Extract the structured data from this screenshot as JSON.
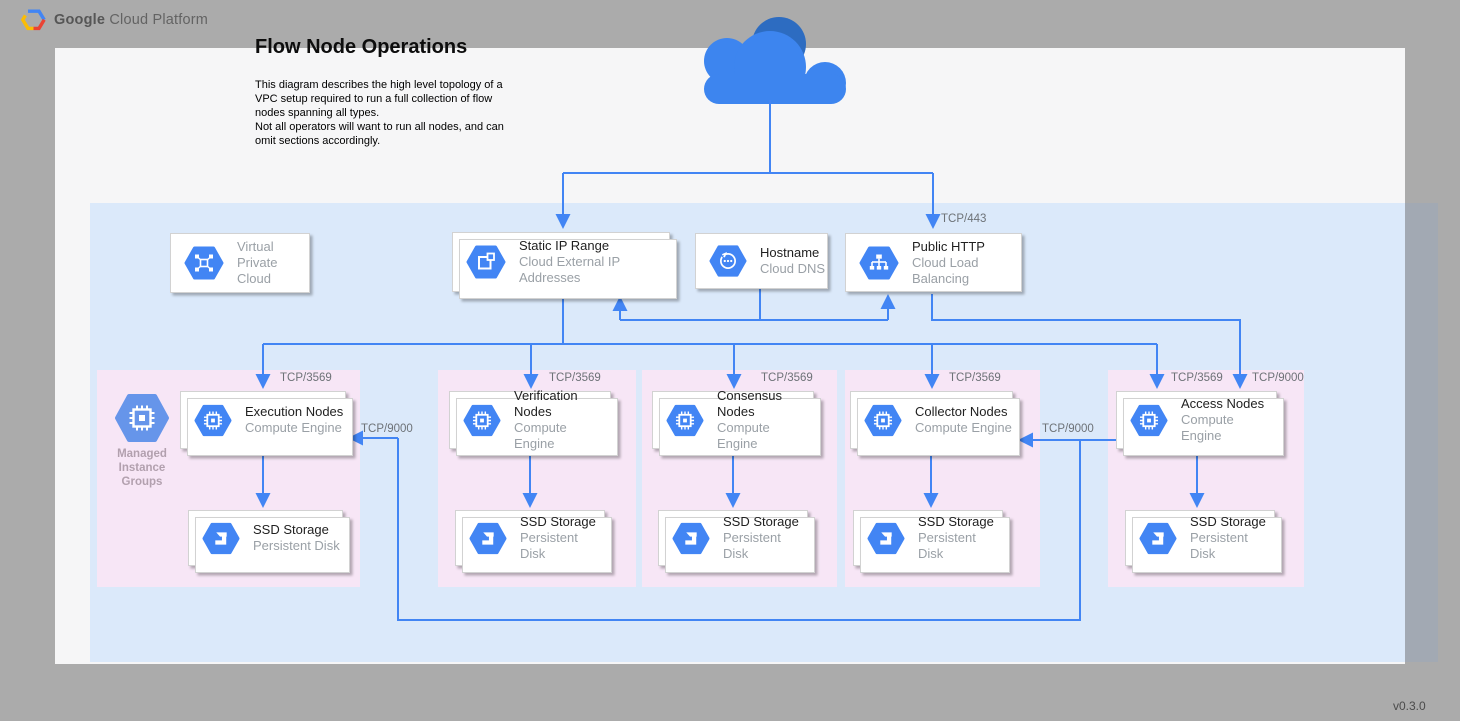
{
  "header": {
    "brand_bold": "Google",
    "brand_rest": "Cloud Platform"
  },
  "title": "Flow Node Operations",
  "description_lines": [
    "This diagram describes the high level topology of a",
    "VPC setup required to run a full collection of flow",
    "nodes spanning all types.",
    "Not all operators will want to run all nodes, and can",
    "omit sections accordingly."
  ],
  "version": "v0.3.0",
  "colors": {
    "accent_blue": "#4285f4",
    "cloud_dark_blue": "#2d6cc1",
    "cloud_light_blue": "#3d85ef",
    "vpc_region_blue": "#dbe9fa",
    "section_pink": "#f7e6f6",
    "background_gray": "#ababab"
  },
  "labels": {
    "tcp443": "TCP/443",
    "tcp3569": "TCP/3569",
    "tcp9000": "TCP/9000"
  },
  "mig": {
    "line1": "Managed",
    "line2": "Instance",
    "line3": "Groups"
  },
  "cards": {
    "vpc": {
      "title": "Virtual",
      "subtitle": "Private Cloud"
    },
    "static_ip": {
      "title": "Static IP Range",
      "subtitle": "Cloud External IP Addresses"
    },
    "hostname": {
      "title": "Hostname",
      "subtitle": "Cloud DNS"
    },
    "public_http": {
      "title": "Public HTTP",
      "subtitle": "Cloud Load Balancing"
    }
  },
  "sections": [
    {
      "node_title": "Execution Nodes",
      "node_subtitle": "Compute Engine",
      "storage_title": "SSD Storage",
      "storage_subtitle": "Persistent Disk"
    },
    {
      "node_title": "Verification Nodes",
      "node_subtitle": "Compute Engine",
      "storage_title": "SSD Storage",
      "storage_subtitle": "Persistent Disk"
    },
    {
      "node_title": "Consensus Nodes",
      "node_subtitle": "Compute Engine",
      "storage_title": "SSD Storage",
      "storage_subtitle": "Persistent Disk"
    },
    {
      "node_title": "Collector Nodes",
      "node_subtitle": "Compute Engine",
      "storage_title": "SSD Storage",
      "storage_subtitle": "Persistent Disk"
    },
    {
      "node_title": "Access Nodes",
      "node_subtitle": "Compute Engine",
      "storage_title": "SSD Storage",
      "storage_subtitle": "Persistent Disk"
    }
  ]
}
